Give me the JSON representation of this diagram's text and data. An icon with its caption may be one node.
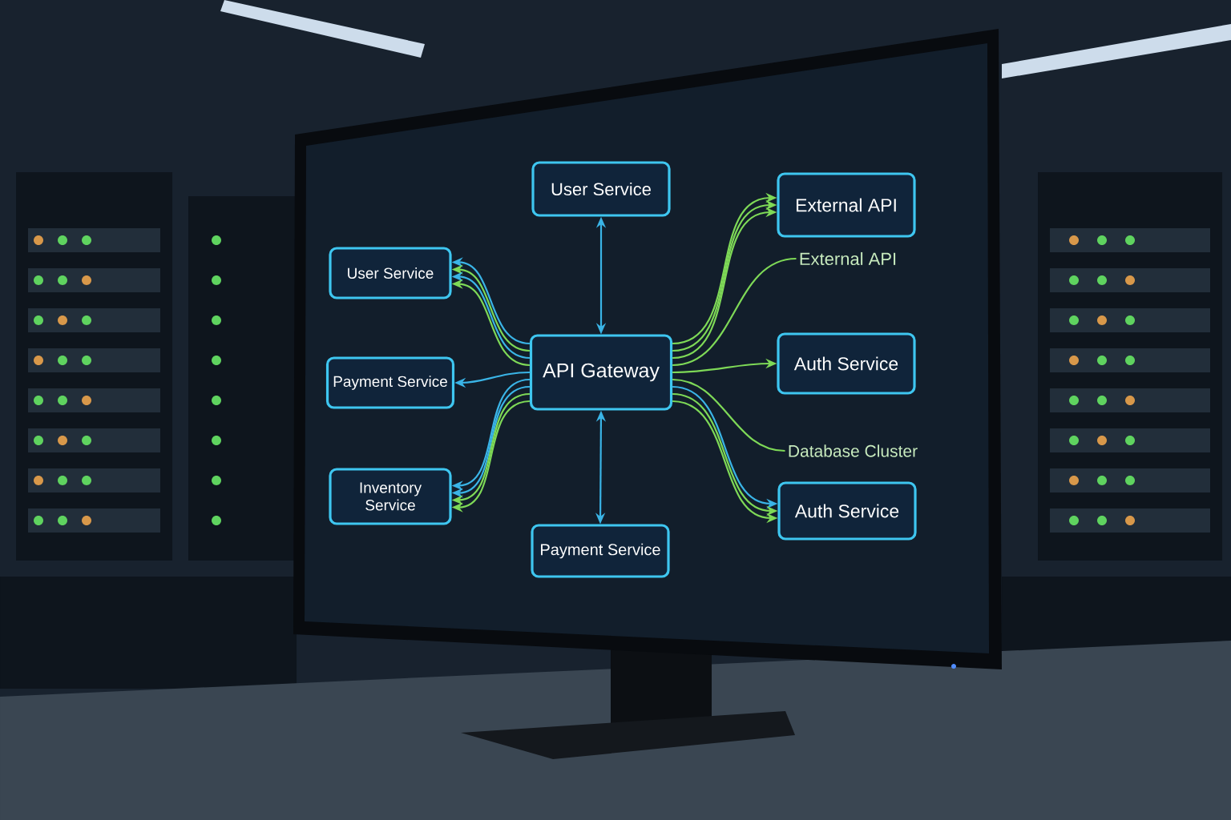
{
  "diagram": {
    "nodes": [
      {
        "text": [
          "User Service"
        ]
      },
      {
        "text": [
          "User Service"
        ]
      },
      {
        "text": [
          "External API"
        ]
      },
      {
        "text": [
          "External API"
        ]
      },
      {
        "text": [
          "API Gateway"
        ]
      },
      {
        "text": [
          "Payment Service"
        ]
      },
      {
        "text": [
          "Auth Service"
        ]
      },
      {
        "text": [
          "Database Cluster"
        ]
      },
      {
        "text": [
          "Inventory Service"
        ]
      },
      {
        "text": [
          "Auth Service"
        ]
      },
      {
        "text": [
          "Payment Service"
        ]
      }
    ],
    "edges": [
      {
        "from": 4,
        "to": 0,
        "arrow": "both",
        "color": "#3ab4e6"
      },
      {
        "from": 4,
        "to": 1,
        "arrow": "to",
        "color": "#3ab4e6"
      },
      {
        "from": 4,
        "to": 1,
        "arrow": "to"
      },
      {
        "from": 4,
        "to": 1,
        "arrow": "to",
        "color": "#3ab4e6"
      },
      {
        "from": 4,
        "to": 1,
        "arrow": "to"
      },
      {
        "from": 4,
        "to": 5,
        "arrow": "to",
        "color": "#3ab4e6"
      },
      {
        "from": 4,
        "to": 8,
        "arrow": "to",
        "color": "#3ab4e6"
      },
      {
        "from": 4,
        "to": 8,
        "arrow": "to",
        "color": "#3ab4e6"
      },
      {
        "from": 4,
        "to": 8,
        "arrow": "to"
      },
      {
        "from": 4,
        "to": 8,
        "arrow": "to"
      },
      {
        "from": 4,
        "to": 10,
        "arrow": "both",
        "color": "#3ab4e6"
      },
      {
        "from": 4,
        "to": 2,
        "arrow": "to"
      },
      {
        "from": 4,
        "to": 2,
        "arrow": "to"
      },
      {
        "from": 4,
        "to": 2,
        "arrow": "to"
      },
      {
        "from": 4,
        "to": 3,
        "arrow": "none"
      },
      {
        "from": 4,
        "to": 6,
        "arrow": "to"
      },
      {
        "from": 4,
        "to": 7,
        "arrow": "none"
      },
      {
        "from": 4,
        "to": 9,
        "arrow": "to",
        "color": "#3ab4e6"
      },
      {
        "from": 4,
        "to": 9,
        "arrow": "to"
      },
      {
        "from": 4,
        "to": 9,
        "arrow": "to"
      }
    ]
  }
}
